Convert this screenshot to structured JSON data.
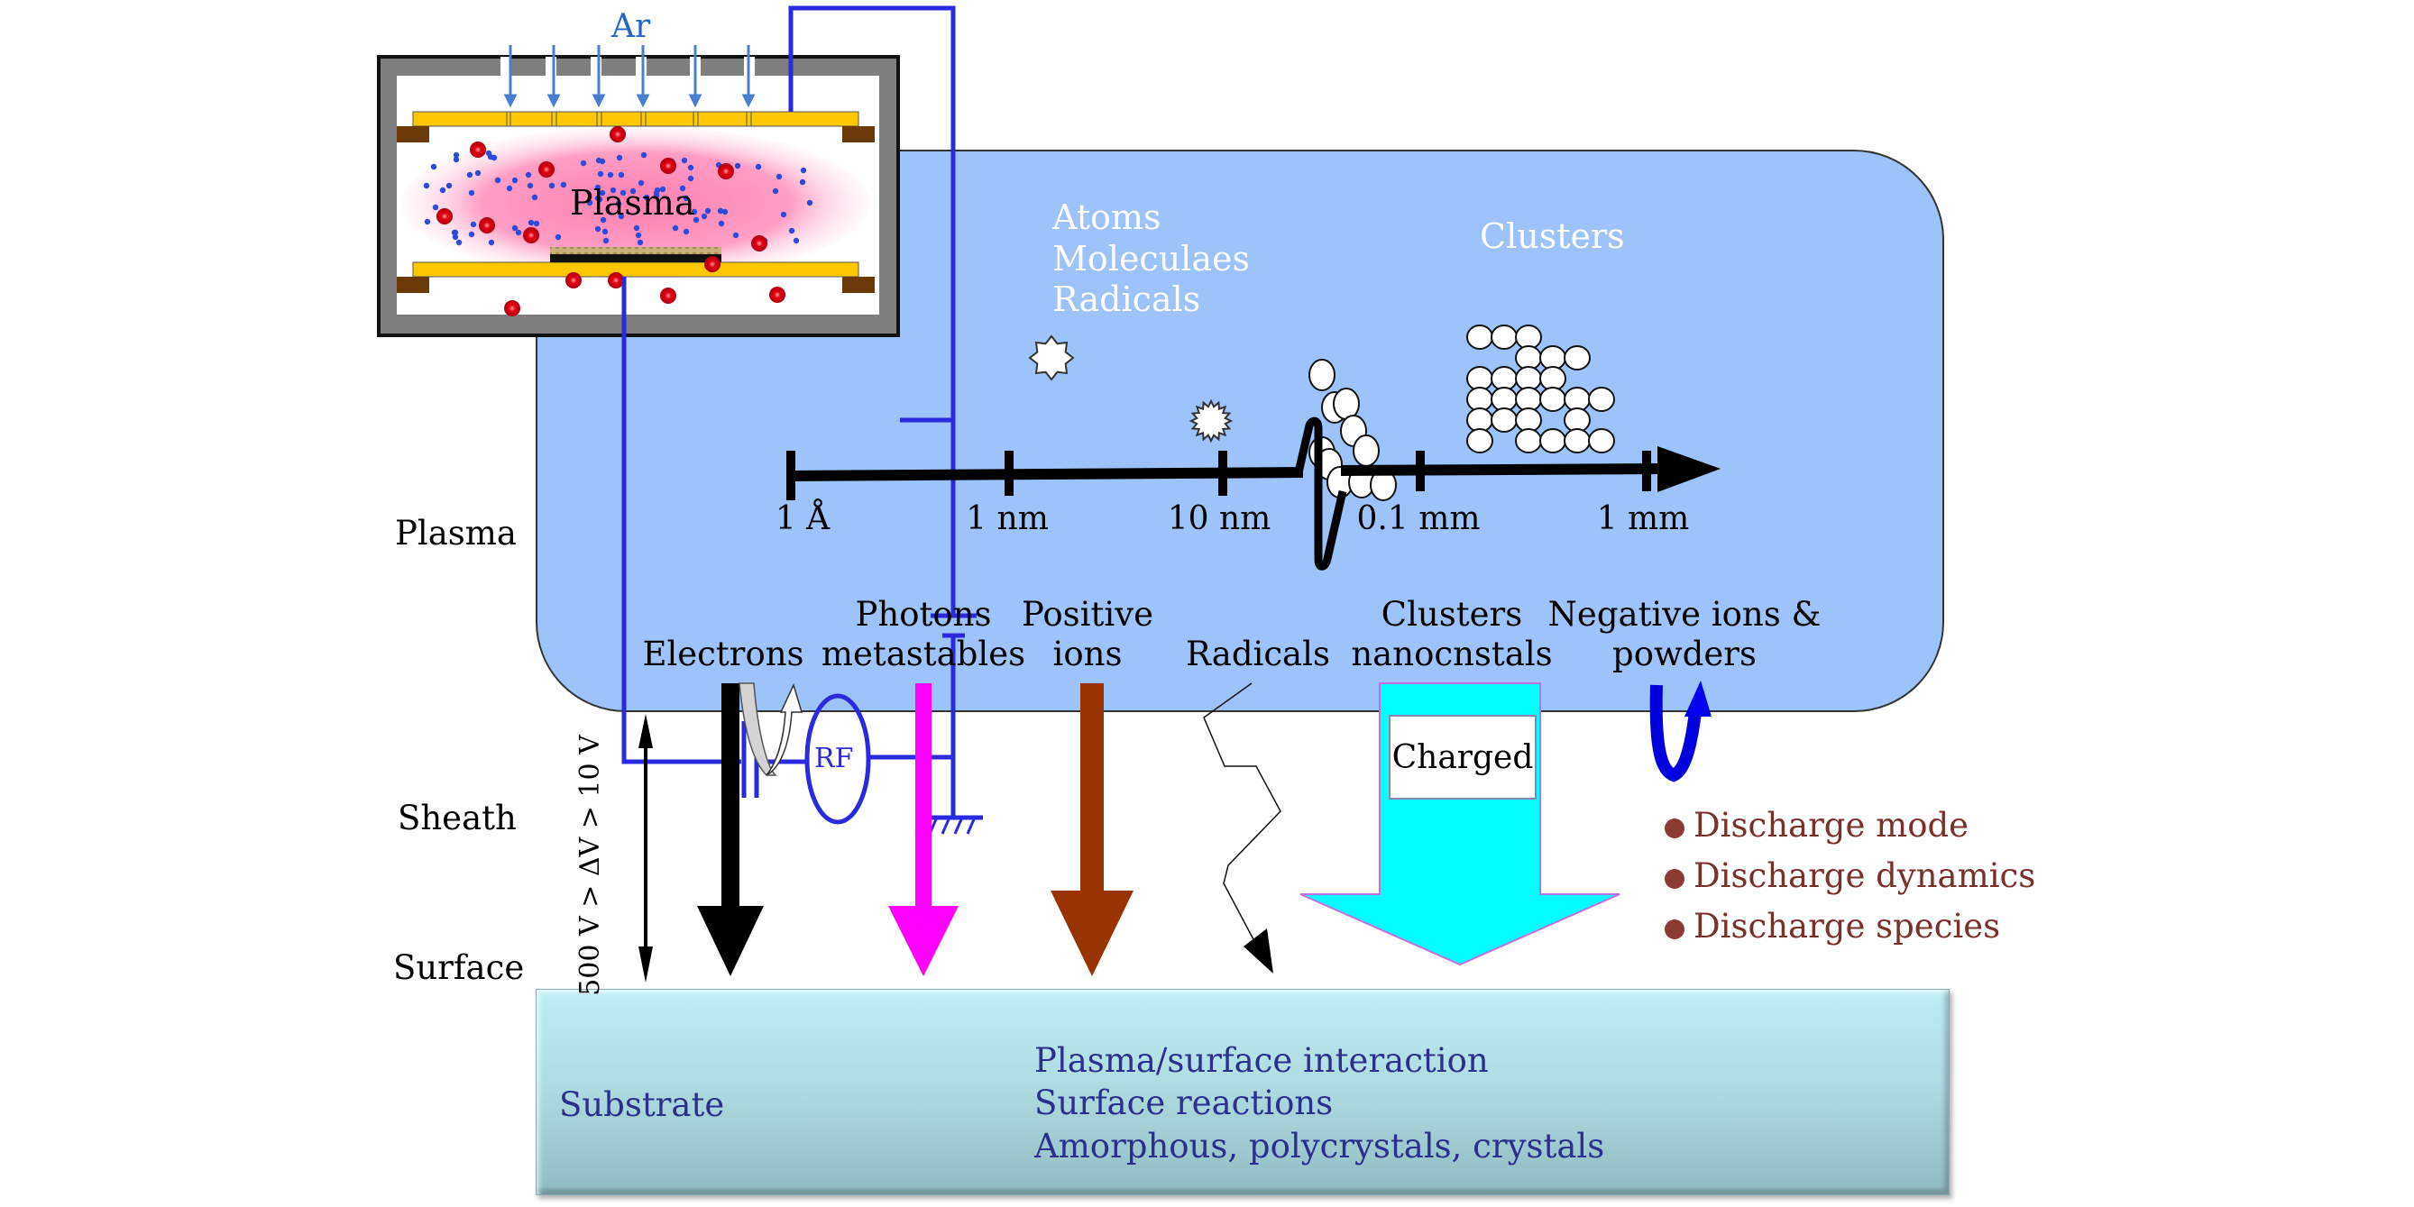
{
  "chamber": {
    "gas_label": "Ar",
    "plasma_label": "Plasma",
    "rf_label": "RF"
  },
  "side_labels": {
    "plasma": "Plasma",
    "sheath": "Sheath",
    "surface": "Surface",
    "voltage": "500 V > ΔV > 10 V"
  },
  "size_scale": {
    "ticks": [
      "1 Å",
      "1 nm",
      "10 nm",
      "0.1 mm",
      "1 mm"
    ],
    "group_atoms": [
      "Atoms",
      "Moleculaes",
      "Radicals"
    ],
    "group_clusters": "Clusters"
  },
  "species": [
    {
      "line1": "",
      "line2": "Electrons",
      "arrow_color": "#000000"
    },
    {
      "line1": "Photons",
      "line2": "metastables",
      "arrow_color": "#ff00ff"
    },
    {
      "line1": "Positive",
      "line2": "ions",
      "arrow_color": "#993300"
    },
    {
      "line1": "",
      "line2": "Radicals",
      "arrow_color": "#000000"
    },
    {
      "line1": "Clusters",
      "line2": "nanocnstals",
      "arrow_color": "#00ffff"
    },
    {
      "line1": "Negative ions &",
      "line2": "powders",
      "arrow_color": "#0000dd"
    }
  ],
  "charged_label": "Charged",
  "discharge_bullets": [
    "Discharge mode",
    "Discharge dynamics",
    "Discharge species"
  ],
  "substrate": {
    "label": "Substrate",
    "lines": [
      "Plasma/surface interaction",
      "Surface reactions",
      "Amorphous, polycrystals, crystals"
    ]
  },
  "colors": {
    "plasma_region": "#9dc3fb",
    "circuit": "#2a2adf",
    "bullet_text": "#7b2f2a",
    "substrate_text": "#2b2f8f"
  }
}
